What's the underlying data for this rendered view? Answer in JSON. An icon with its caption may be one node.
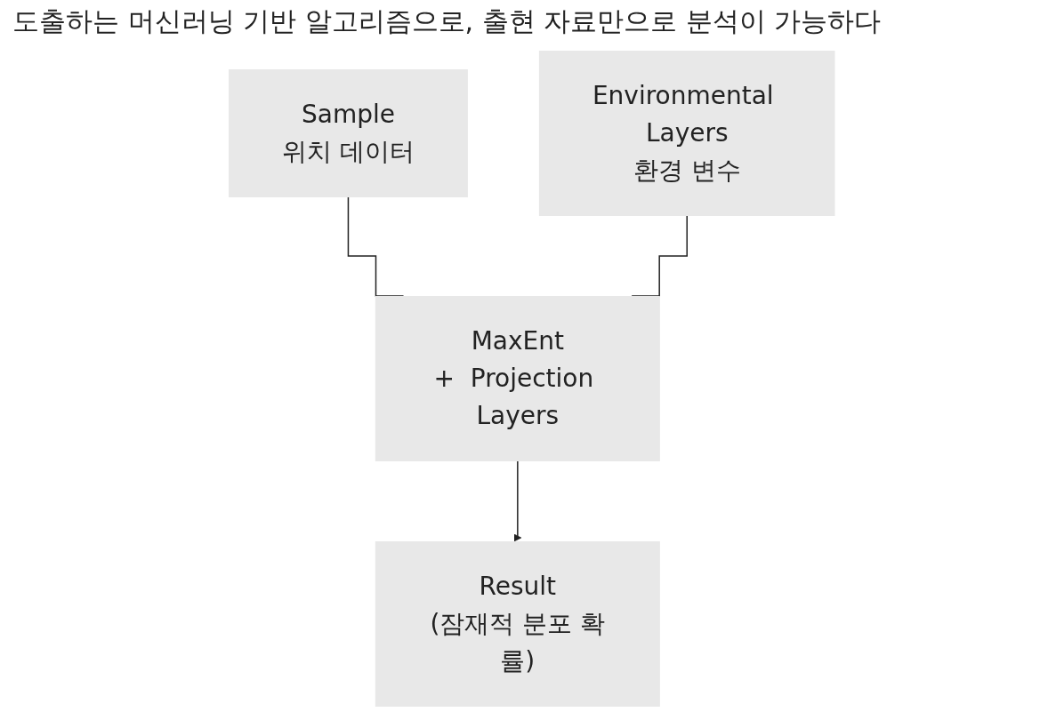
{
  "diagram": {
    "nodes": [
      {
        "text": [
          "Sample",
          "위치 데이터"
        ]
      },
      {
        "text": [
          "Environmental Layers",
          "환경 변수"
        ]
      },
      {
        "text": [
          "MaxEnt",
          "+  Projection Layers"
        ]
      },
      {
        "text": [
          "Result",
          "(잠재적 분포 확률)"
        ]
      }
    ],
    "edges": [
      {
        "from": 0,
        "to": 2,
        "arrow": "none"
      },
      {
        "from": 1,
        "to": 2,
        "arrow": "none"
      },
      {
        "from": 2,
        "to": 3,
        "arrow": "to"
      }
    ],
    "labels": [
      "도출하는 머신러닝 기반 알고리즘으로, 출현 자료만으로 분석이 가능하다"
    ]
  }
}
